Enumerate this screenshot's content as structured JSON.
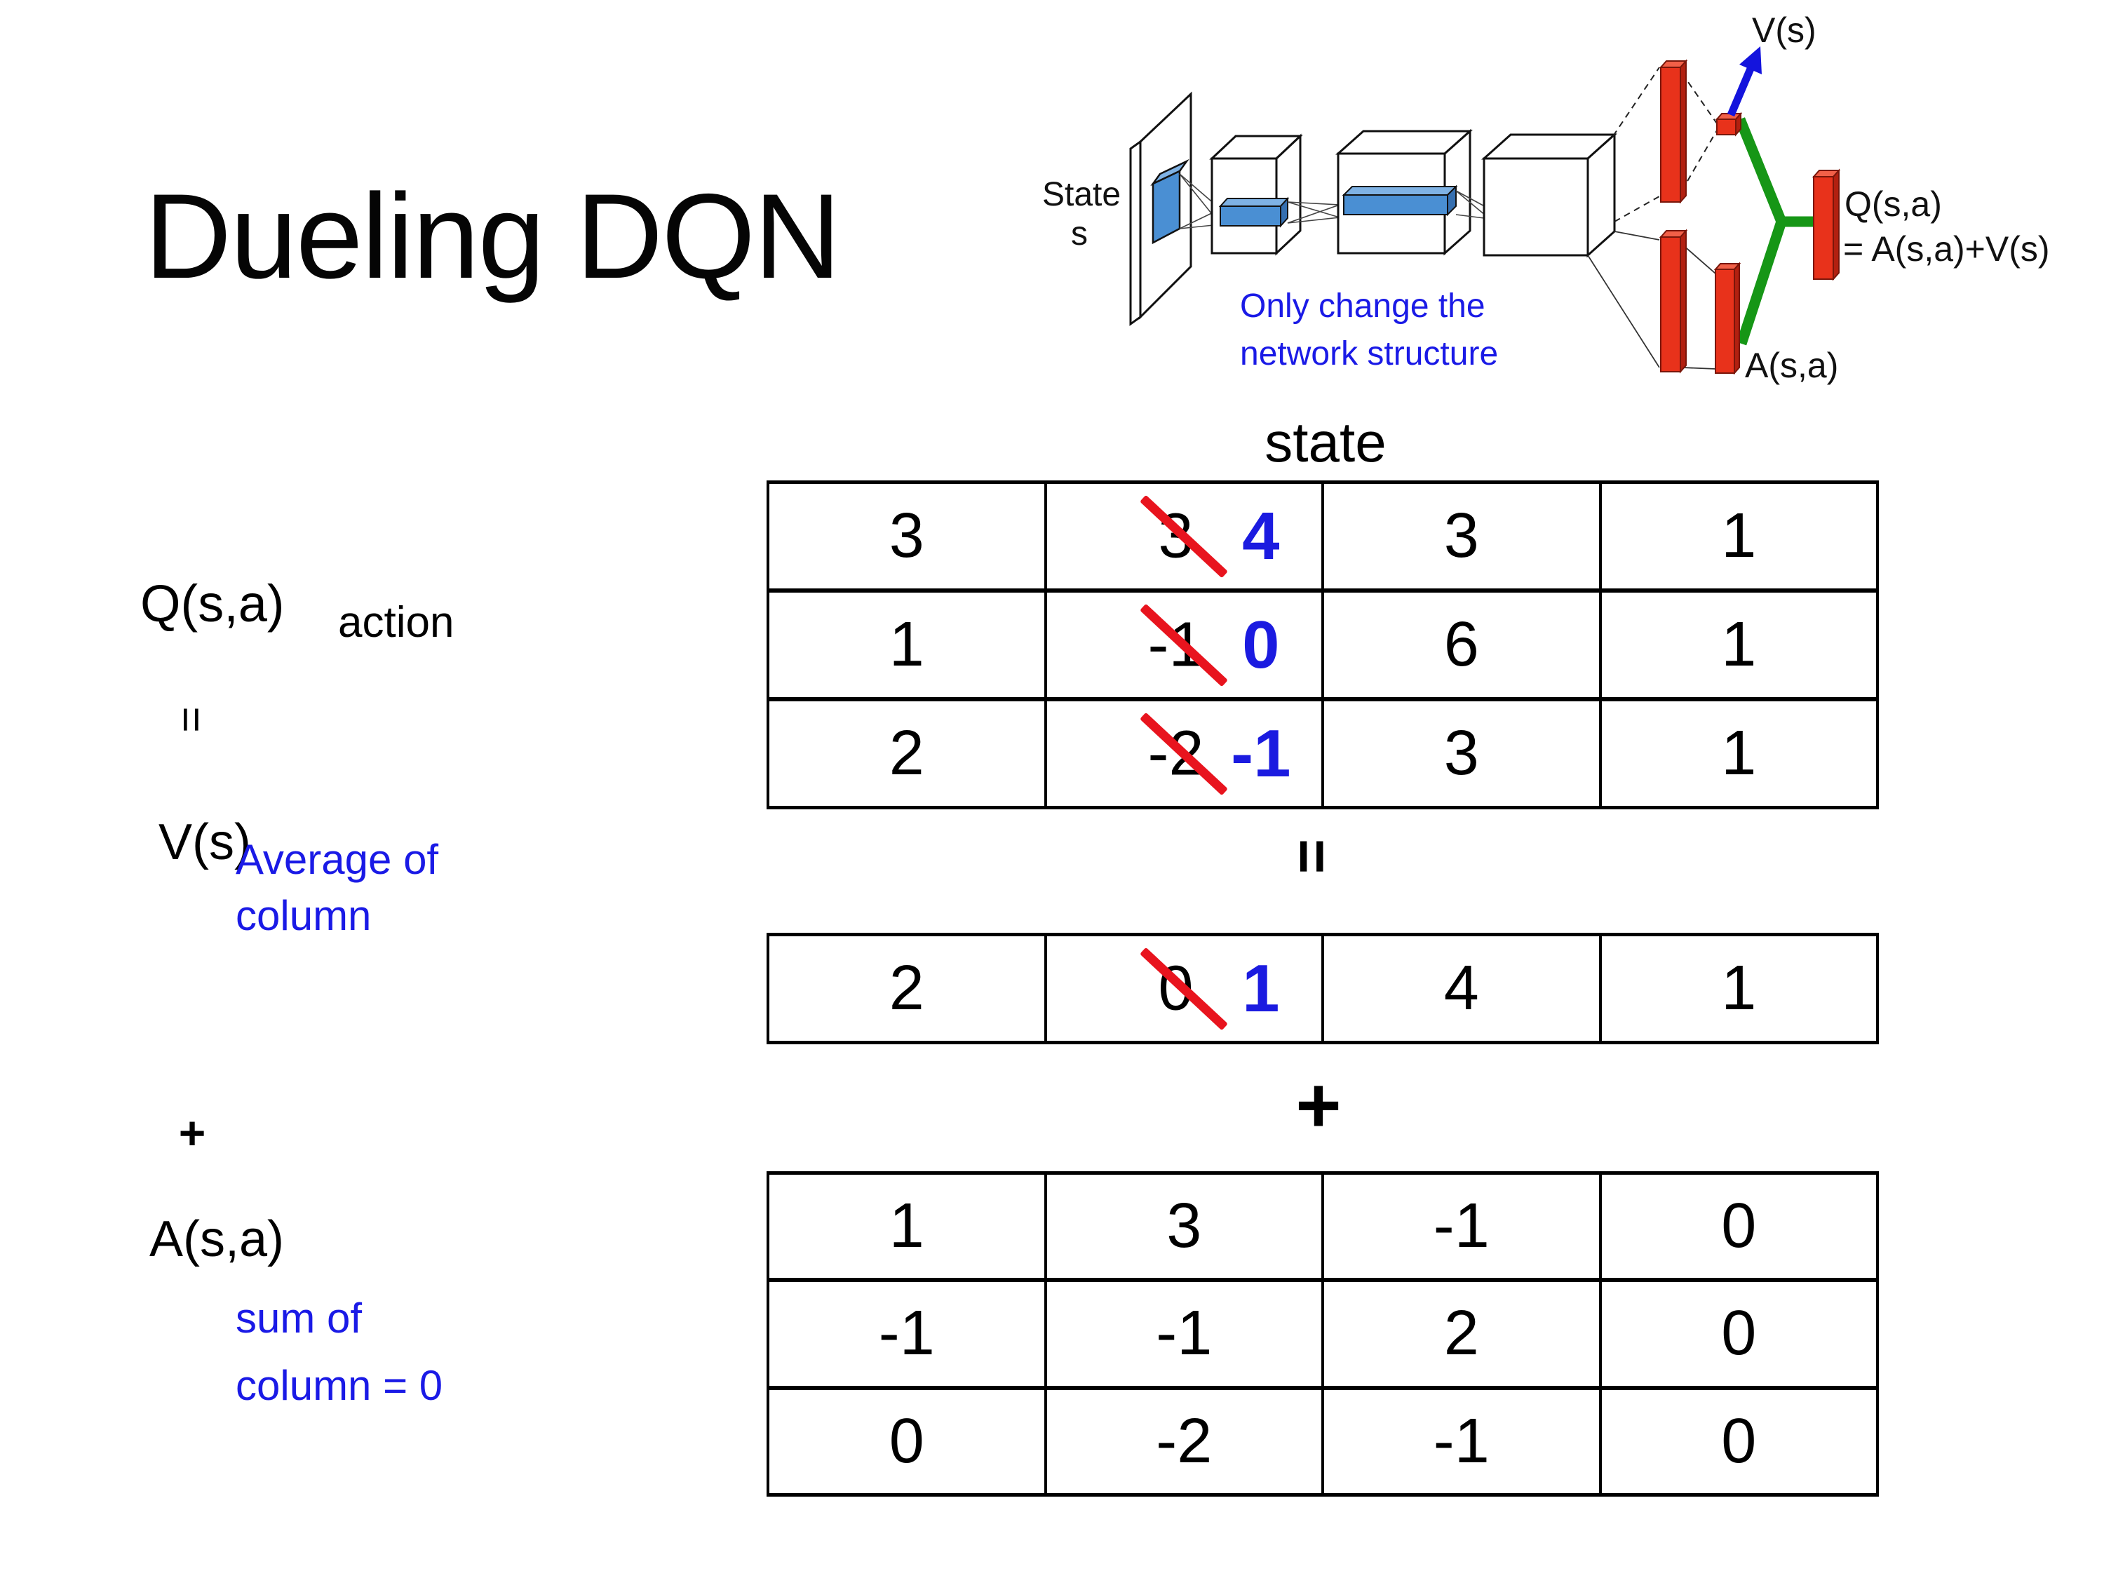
{
  "title": "Dueling DQN",
  "colors": {
    "annotation_blue": "#1a1ae6",
    "replacement_blue": "#1b1be0",
    "strike_red": "#e8141e",
    "diagram_red": "#e8321b",
    "diagram_green": "#169616",
    "diagram_arrow_blue": "#1414dd",
    "diagram_box_blue": "#4a8fd3"
  },
  "diagram": {
    "state_line1": "State",
    "state_line2": "s",
    "note_line1": "Only change the",
    "note_line2": "network structure",
    "v_out": "V(s)",
    "a_out": "A(s,a)",
    "q_out_line1": "Q(s,a)",
    "q_out_line2": "= A(s,a)+V(s)"
  },
  "labels": {
    "q": "Q(s,a)",
    "v": "V(s)",
    "a": "A(s,a)",
    "state": "state",
    "action": "action",
    "avg_line1": "Average of",
    "avg_line2": "column",
    "sum_line1": "sum of",
    "sum_line2": "column = 0",
    "equals": "=",
    "plus": "+"
  },
  "q_table": {
    "rows": [
      {
        "c0": "3",
        "old": "3",
        "new": "4",
        "c2": "3",
        "c3": "1"
      },
      {
        "c0": "1",
        "old": "-1",
        "new": "0",
        "c2": "6",
        "c3": "1"
      },
      {
        "c0": "2",
        "old": "-2",
        "new": "-1",
        "c2": "3",
        "c3": "1"
      }
    ]
  },
  "v_row": {
    "c0": "2",
    "old": "0",
    "new": "1",
    "c2": "4",
    "c3": "1"
  },
  "a_table": {
    "rows": [
      {
        "c0": "1",
        "c1": "3",
        "c2": "-1",
        "c3": "0"
      },
      {
        "c0": "-1",
        "c1": "-1",
        "c2": "2",
        "c3": "0"
      },
      {
        "c0": "0",
        "c1": "-2",
        "c2": "-1",
        "c3": "0"
      }
    ]
  }
}
